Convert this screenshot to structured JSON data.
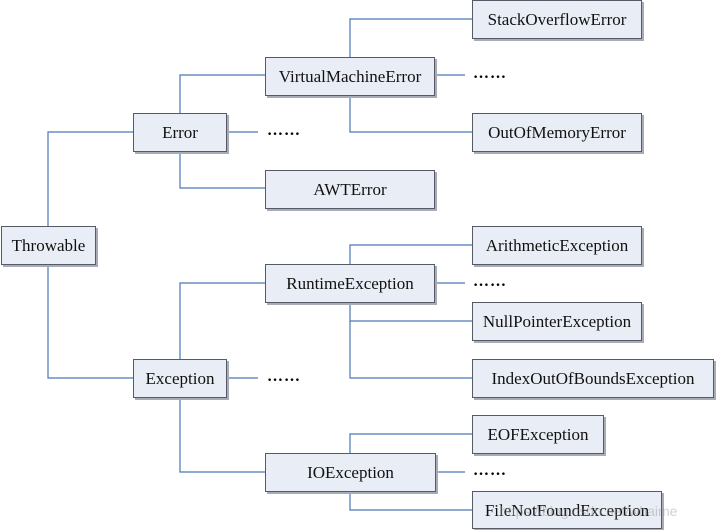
{
  "nodes": {
    "throwable": "Throwable",
    "error": "Error",
    "exception": "Exception",
    "virtual_machine_error": "VirtualMachineError",
    "awt_error": "AWTError",
    "stack_overflow_error": "StackOverflowError",
    "out_of_memory_error": "OutOfMemoryError",
    "runtime_exception": "RuntimeException",
    "io_exception": "IOException",
    "arithmetic_exception": "ArithmeticException",
    "null_pointer_exception": "NullPointerException",
    "index_out_of_bounds_exception": "IndexOutOfBoundsException",
    "eof_exception": "EOFException",
    "file_not_found_exception": "FileNotFoundException"
  },
  "ellipsis": "……",
  "watermark": "https://blog.csdn.net/whaime",
  "colors": {
    "connector": "#4a76b8",
    "node_fill": "#e9edf6",
    "node_border": "#555a66"
  }
}
